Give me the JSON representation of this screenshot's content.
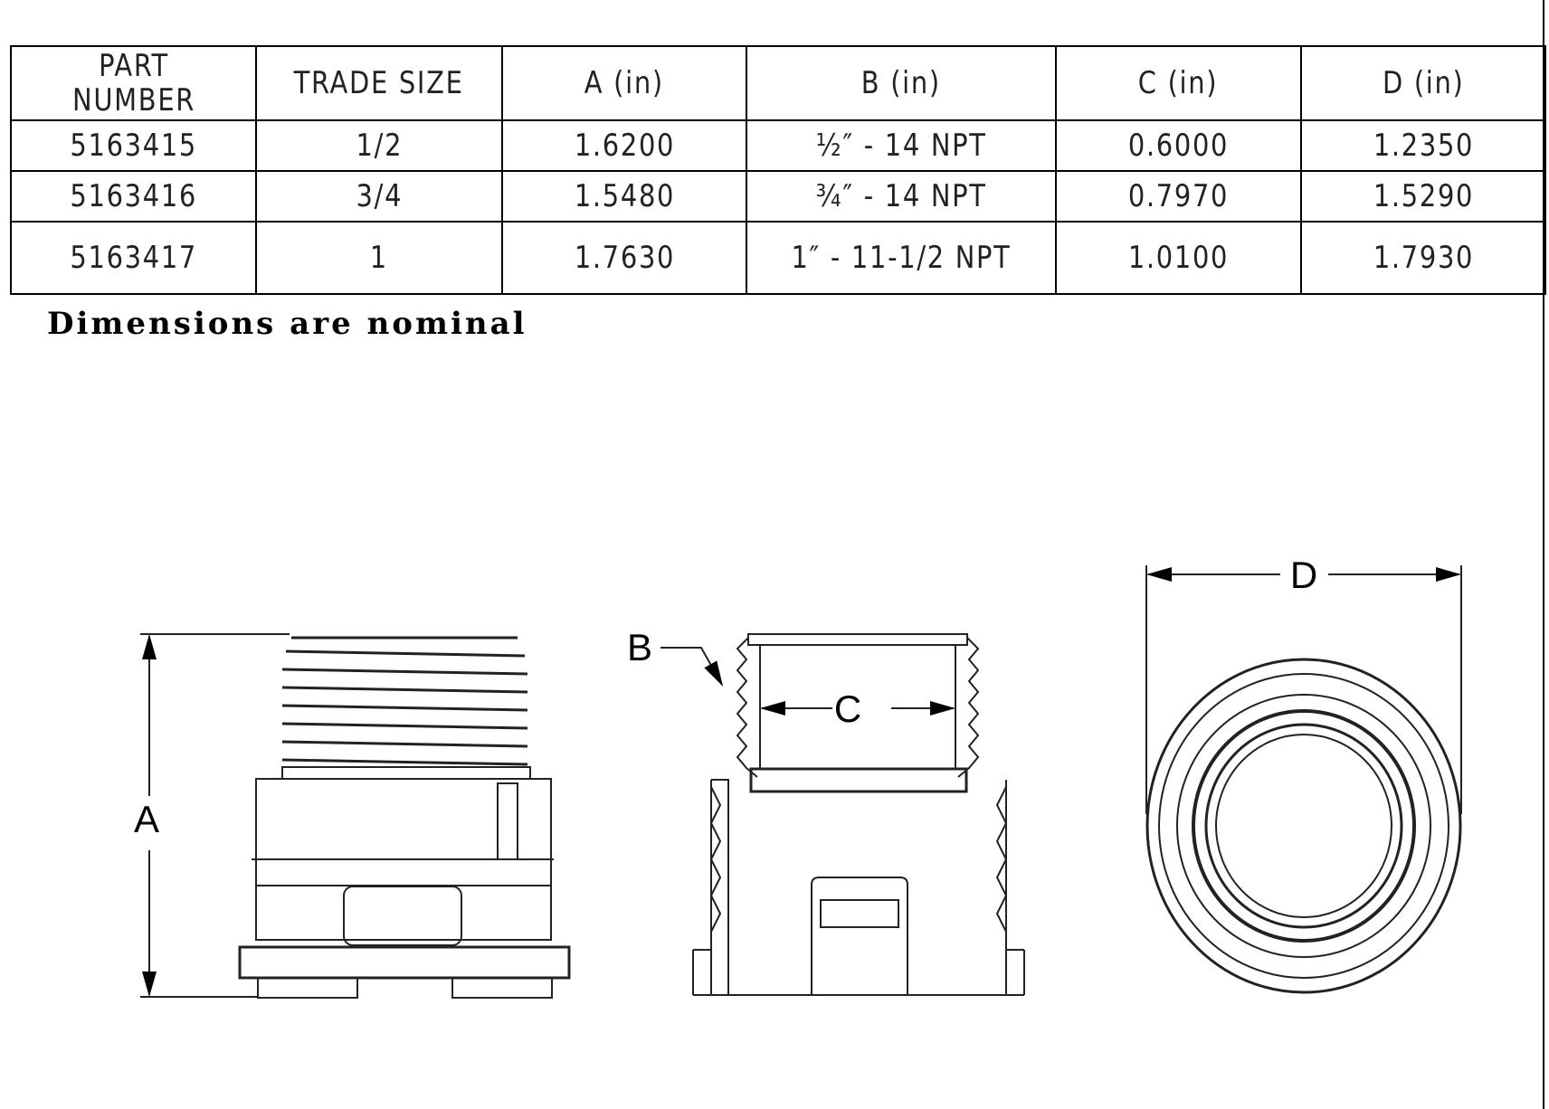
{
  "table": {
    "headers": [
      "PART NUMBER",
      "TRADE SIZE",
      "A (in)",
      "B (in)",
      "C (in)",
      "D (in)"
    ],
    "rows": [
      [
        "5163415",
        "1/2",
        "1.6200",
        "½″ - 14 NPT",
        "0.6000",
        "1.2350"
      ],
      [
        "5163416",
        "3/4",
        "1.5480",
        "¾″ - 14 NPT",
        "0.7970",
        "1.5290"
      ],
      [
        "5163417",
        "1",
        "1.7630",
        "1″ - 11-1/2 NPT",
        "1.0100",
        "1.7930"
      ]
    ]
  },
  "note": "Dimensions are nominal",
  "drawing": {
    "labels": {
      "a": "A",
      "b": "B",
      "c": "C",
      "d": "D"
    }
  }
}
